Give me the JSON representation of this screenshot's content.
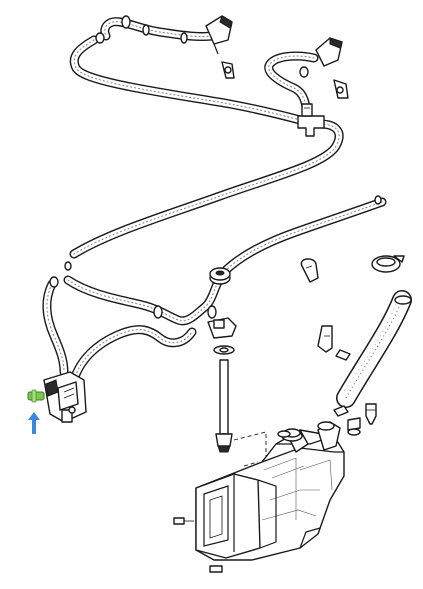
{
  "diagram": {
    "highlight_color": "#7ec850",
    "pointer_color": "#3a86e0",
    "highlighted_part": "connector",
    "parts": [
      "washer-nozzle-left",
      "washer-nozzle-right",
      "t-connector",
      "washer-hose",
      "washer-pump",
      "connector",
      "fluid-level-sensor",
      "hose-clip",
      "filler-hose",
      "mounting-bracket",
      "washer-fluid-reservoir",
      "filler-cap"
    ]
  }
}
